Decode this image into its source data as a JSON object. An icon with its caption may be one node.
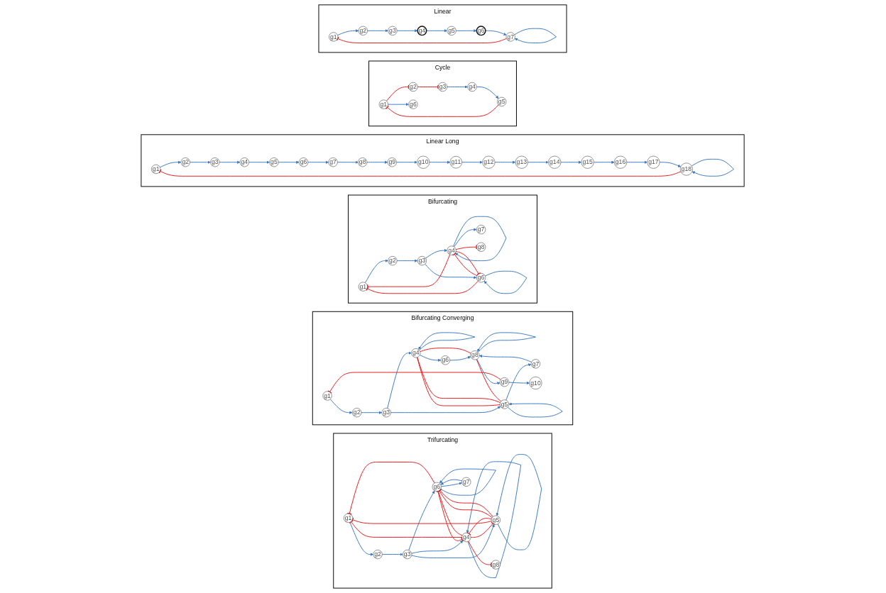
{
  "diagram": {
    "nodes": [
      {
        "text": [
          "Linear"
        ]
      },
      {
        "text": [
          "g1"
        ],
        "in": 0
      },
      {
        "text": [
          "g2"
        ],
        "in": 0
      },
      {
        "text": [
          "g3"
        ],
        "in": 0
      },
      {
        "text": [
          "g4"
        ],
        "in": 0
      },
      {
        "text": [
          "g5"
        ],
        "in": 0
      },
      {
        "text": [
          "g6"
        ],
        "in": 0
      },
      {
        "text": [
          "g7"
        ],
        "in": 0
      },
      {
        "text": [
          "Cycle"
        ]
      },
      {
        "text": [
          "g1"
        ],
        "in": 8
      },
      {
        "text": [
          "g2"
        ],
        "in": 8
      },
      {
        "text": [
          "g3"
        ],
        "in": 8
      },
      {
        "text": [
          "g4"
        ],
        "in": 8
      },
      {
        "text": [
          "g5"
        ],
        "in": 8
      },
      {
        "text": [
          "g6"
        ],
        "in": 8
      },
      {
        "text": [
          "Linear Long"
        ]
      },
      {
        "text": [
          "g1"
        ],
        "in": 15
      },
      {
        "text": [
          "g2"
        ],
        "in": 15
      },
      {
        "text": [
          "g3"
        ],
        "in": 15
      },
      {
        "text": [
          "g4"
        ],
        "in": 15
      },
      {
        "text": [
          "g5"
        ],
        "in": 15
      },
      {
        "text": [
          "g6"
        ],
        "in": 15
      },
      {
        "text": [
          "g7"
        ],
        "in": 15
      },
      {
        "text": [
          "g8"
        ],
        "in": 15
      },
      {
        "text": [
          "g9"
        ],
        "in": 15
      },
      {
        "text": [
          "g10"
        ],
        "in": 15
      },
      {
        "text": [
          "g11"
        ],
        "in": 15
      },
      {
        "text": [
          "g12"
        ],
        "in": 15
      },
      {
        "text": [
          "g13"
        ],
        "in": 15
      },
      {
        "text": [
          "g14"
        ],
        "in": 15
      },
      {
        "text": [
          "g15"
        ],
        "in": 15
      },
      {
        "text": [
          "g16"
        ],
        "in": 15
      },
      {
        "text": [
          "g17"
        ],
        "in": 15
      },
      {
        "text": [
          "g18"
        ],
        "in": 15
      },
      {
        "text": [
          "Bifurcating"
        ]
      },
      {
        "text": [
          "g1"
        ],
        "in": 34
      },
      {
        "text": [
          "g2"
        ],
        "in": 34
      },
      {
        "text": [
          "g3"
        ],
        "in": 34
      },
      {
        "text": [
          "g4"
        ],
        "in": 34
      },
      {
        "text": [
          "g6"
        ],
        "in": 34
      },
      {
        "text": [
          "g7"
        ],
        "in": 34
      },
      {
        "text": [
          "g8"
        ],
        "in": 34
      },
      {
        "text": [
          "Bifurcating Converging"
        ]
      },
      {
        "text": [
          "g1"
        ],
        "in": 42
      },
      {
        "text": [
          "g2"
        ],
        "in": 42
      },
      {
        "text": [
          "g3"
        ],
        "in": 42
      },
      {
        "text": [
          "g4"
        ],
        "in": 42
      },
      {
        "text": [
          "g5"
        ],
        "in": 42
      },
      {
        "text": [
          "g6"
        ],
        "in": 42
      },
      {
        "text": [
          "g7"
        ],
        "in": 42
      },
      {
        "text": [
          "g8"
        ],
        "in": 42
      },
      {
        "text": [
          "g9"
        ],
        "in": 42
      },
      {
        "text": [
          "g10"
        ],
        "in": 42
      },
      {
        "text": [
          "Trifurcating"
        ]
      },
      {
        "text": [
          "g1"
        ],
        "in": 53
      },
      {
        "text": [
          "g2"
        ],
        "in": 53
      },
      {
        "text": [
          "g3"
        ],
        "in": 53
      },
      {
        "text": [
          "g4"
        ],
        "in": 53
      },
      {
        "text": [
          "g5"
        ],
        "in": 53
      },
      {
        "text": [
          "g6"
        ],
        "in": 53
      },
      {
        "text": [
          "g7"
        ],
        "in": 53
      },
      {
        "text": [
          "g8"
        ],
        "in": 53
      }
    ],
    "edges": [
      {
        "from": 1,
        "to": 2,
        "arrow": "to"
      },
      {
        "from": 2,
        "to": 3,
        "arrow": "to"
      },
      {
        "from": 3,
        "to": 4,
        "arrow": "to"
      },
      {
        "from": 4,
        "to": 5,
        "arrow": "to"
      },
      {
        "from": 5,
        "to": 6,
        "arrow": "to"
      },
      {
        "from": 6,
        "to": 7,
        "arrow": "to"
      },
      {
        "from": 7,
        "to": 7,
        "arrow": "to"
      },
      {
        "from": 7,
        "to": 1,
        "arrow": "other",
        "color": "#e41a1c"
      },
      {
        "from": 11,
        "to": 12,
        "arrow": "to"
      },
      {
        "from": 12,
        "to": 13,
        "arrow": "to"
      },
      {
        "from": 13,
        "to": 9,
        "arrow": "other",
        "color": "#e41a1c"
      },
      {
        "from": 9,
        "to": 10,
        "arrow": "other",
        "color": "#e41a1c"
      },
      {
        "from": 10,
        "to": 11,
        "arrow": "other",
        "color": "#e41a1c"
      },
      {
        "from": 9,
        "to": 14,
        "arrow": "to"
      },
      {
        "from": 16,
        "to": 17,
        "arrow": "to"
      },
      {
        "from": 17,
        "to": 18,
        "arrow": "to"
      },
      {
        "from": 18,
        "to": 19,
        "arrow": "to"
      },
      {
        "from": 19,
        "to": 20,
        "arrow": "to"
      },
      {
        "from": 20,
        "to": 21,
        "arrow": "to"
      },
      {
        "from": 21,
        "to": 22,
        "arrow": "to"
      },
      {
        "from": 22,
        "to": 23,
        "arrow": "to"
      },
      {
        "from": 23,
        "to": 24,
        "arrow": "to"
      },
      {
        "from": 24,
        "to": 25,
        "arrow": "to"
      },
      {
        "from": 25,
        "to": 26,
        "arrow": "to"
      },
      {
        "from": 26,
        "to": 27,
        "arrow": "to"
      },
      {
        "from": 27,
        "to": 28,
        "arrow": "to"
      },
      {
        "from": 28,
        "to": 29,
        "arrow": "to"
      },
      {
        "from": 29,
        "to": 30,
        "arrow": "to"
      },
      {
        "from": 30,
        "to": 31,
        "arrow": "to"
      },
      {
        "from": 31,
        "to": 32,
        "arrow": "to"
      },
      {
        "from": 32,
        "to": 33,
        "arrow": "to"
      },
      {
        "from": 33,
        "to": 33,
        "arrow": "to"
      },
      {
        "from": 33,
        "to": 16,
        "arrow": "other",
        "color": "#e41a1c"
      },
      {
        "from": 36,
        "to": 37,
        "arrow": "to"
      },
      {
        "from": 35,
        "to": 36,
        "arrow": "to"
      },
      {
        "from": 37,
        "to": 38,
        "arrow": "to"
      },
      {
        "from": 37,
        "to": 39,
        "arrow": "to"
      },
      {
        "from": 39,
        "to": 39,
        "arrow": "to"
      },
      {
        "from": 38,
        "to": 38,
        "arrow": "to"
      },
      {
        "from": 38,
        "to": 40,
        "arrow": "to"
      },
      {
        "from": 38,
        "to": 41,
        "arrow": "other",
        "color": "#e41a1c"
      },
      {
        "from": 38,
        "to": 35,
        "arrow": "other",
        "color": "#e41a1c"
      },
      {
        "from": 39,
        "to": 35,
        "arrow": "other",
        "color": "#e41a1c"
      },
      {
        "from": 39,
        "to": 38,
        "arrow": "other",
        "color": "#e41a1c"
      },
      {
        "from": 38,
        "to": 39,
        "arrow": "other",
        "color": "#e41a1c"
      },
      {
        "from": 51,
        "to": 43,
        "arrow": "other",
        "color": "#e41a1c"
      },
      {
        "from": 43,
        "to": 44,
        "arrow": "to"
      },
      {
        "from": 44,
        "to": 45,
        "arrow": "to"
      },
      {
        "from": 45,
        "to": 46,
        "arrow": "to"
      },
      {
        "from": 46,
        "to": 46,
        "arrow": "to"
      },
      {
        "from": 46,
        "to": 48,
        "arrow": "to"
      },
      {
        "from": 48,
        "to": 50,
        "arrow": "to"
      },
      {
        "from": 50,
        "to": 50,
        "arrow": "to"
      },
      {
        "from": 50,
        "to": 51,
        "arrow": "to"
      },
      {
        "from": 49,
        "to": 50,
        "arrow": "to"
      },
      {
        "from": 47,
        "to": 49,
        "arrow": "to"
      },
      {
        "from": 51,
        "to": 52,
        "arrow": "to"
      },
      {
        "from": 45,
        "to": 47,
        "arrow": "to"
      },
      {
        "from": 47,
        "to": 47,
        "arrow": "to"
      },
      {
        "from": 46,
        "to": 47,
        "arrow": "none",
        "color": "#e41a1c"
      },
      {
        "from": 46,
        "to": 47,
        "arrow": "none",
        "color": "#e41a1c"
      },
      {
        "from": 50,
        "to": 47,
        "arrow": "none",
        "color": "#e41a1c"
      },
      {
        "from": 46,
        "to": 50,
        "arrow": "none",
        "color": "#e41a1c"
      },
      {
        "from": 55,
        "to": 56,
        "arrow": "to"
      },
      {
        "from": 54,
        "to": 55,
        "arrow": "to"
      },
      {
        "from": 56,
        "to": 59,
        "arrow": "to"
      },
      {
        "from": 56,
        "to": 57,
        "arrow": "to"
      },
      {
        "from": 56,
        "to": 58,
        "arrow": "to"
      },
      {
        "from": 58,
        "to": 58,
        "arrow": "to"
      },
      {
        "from": 59,
        "to": 60,
        "arrow": "to"
      },
      {
        "from": 60,
        "to": 59,
        "arrow": "to"
      },
      {
        "from": 59,
        "to": 59,
        "arrow": "to"
      },
      {
        "from": 57,
        "to": 57,
        "arrow": "to"
      },
      {
        "from": 57,
        "to": 61,
        "arrow": "other",
        "color": "#e41a1c"
      },
      {
        "from": 59,
        "to": 57,
        "arrow": "other",
        "color": "#e41a1c"
      },
      {
        "from": 59,
        "to": 54,
        "arrow": "other",
        "color": "#e41a1c"
      },
      {
        "from": 57,
        "to": 54,
        "arrow": "other",
        "color": "#e41a1c"
      },
      {
        "from": 58,
        "to": 54,
        "arrow": "other",
        "color": "#e41a1c"
      },
      {
        "from": 57,
        "to": 58,
        "arrow": "other",
        "color": "#e41a1c"
      },
      {
        "from": 58,
        "to": 57,
        "arrow": "other",
        "color": "#e41a1c"
      },
      {
        "from": 58,
        "to": 59,
        "arrow": "other",
        "color": "#e41a1c"
      },
      {
        "from": 58,
        "to": 59,
        "arrow": "other",
        "color": "#e41a1c"
      },
      {
        "from": 57,
        "to": 59,
        "arrow": "other",
        "color": "#e41a1c"
      }
    ]
  }
}
